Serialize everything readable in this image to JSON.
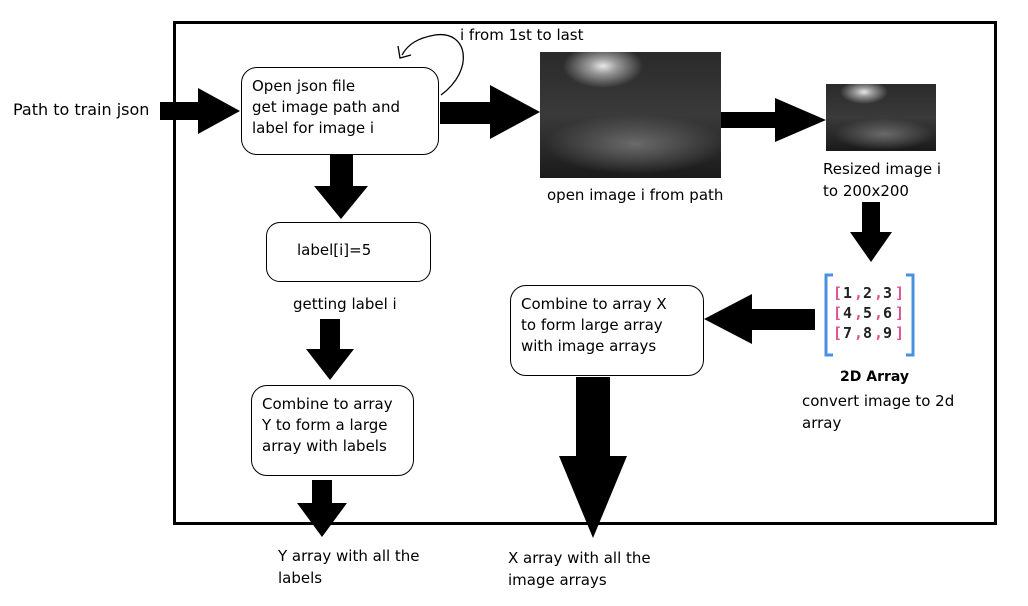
{
  "input_label": "Path to train json",
  "loop_label": "i from 1st to last",
  "open_json_box": {
    "lines": [
      "Open json file",
      "get image path and",
      "label for image i"
    ]
  },
  "open_image_caption": "open image i from path",
  "resized_caption": [
    "Resized image i",
    "to 200x200"
  ],
  "label_box": "label[i]=5",
  "getting_label_caption": "getting label i",
  "combine_x_box": {
    "lines": [
      "Combine to array X",
      "to form large array",
      "with image arrays"
    ]
  },
  "combine_y_box": {
    "lines": [
      "Combine to array",
      "Y to form a large",
      "array with labels"
    ]
  },
  "matrix": {
    "rows": [
      [
        "1",
        "2",
        "3"
      ],
      [
        "4",
        "5",
        "6"
      ],
      [
        "7",
        "8",
        "9"
      ]
    ],
    "title": "2D Array"
  },
  "convert_caption": [
    "convert image to 2d",
    "array"
  ],
  "y_output": [
    "Y array with all the",
    "labels"
  ],
  "x_output": [
    "X array with all the",
    "image arrays"
  ],
  "colors": {
    "arrow": "#000000",
    "bracket": "#4a90e2",
    "matrix_bracket": "#e0508a"
  }
}
